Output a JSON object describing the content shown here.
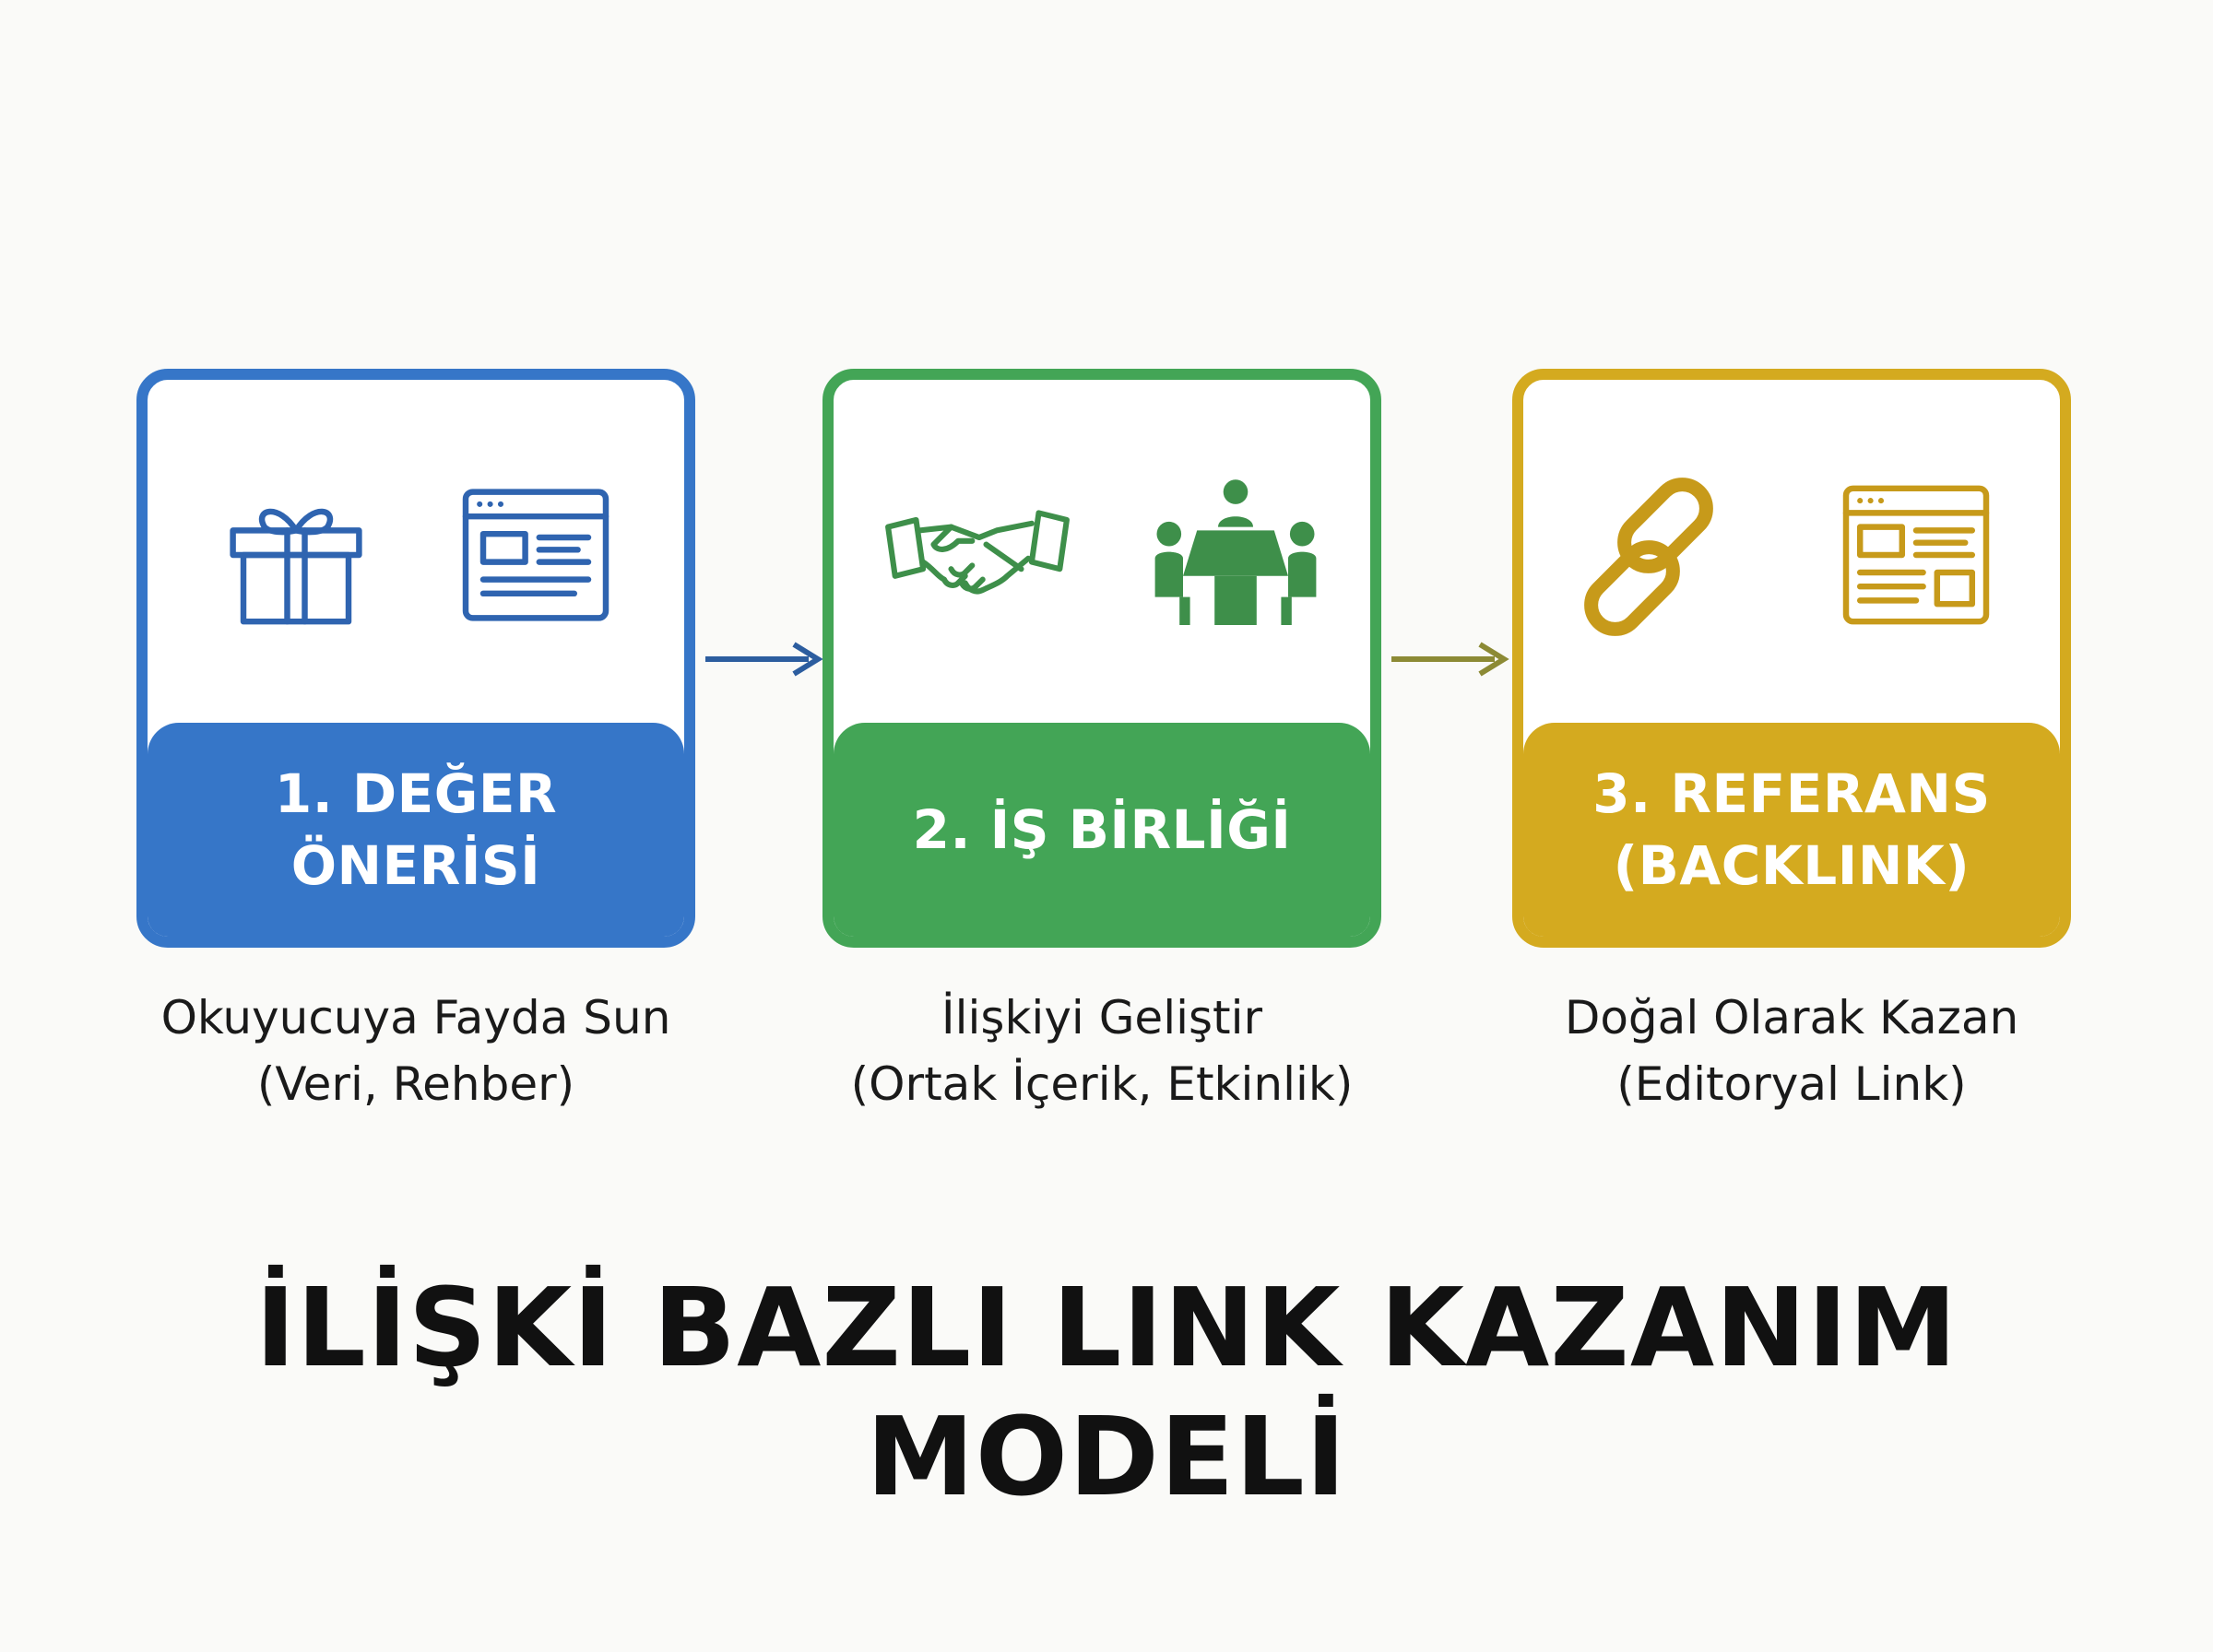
{
  "title": "İLİŞKİ BAZLI LINK KAZANIM MODELİ",
  "steps": [
    {
      "title": "1. DEĞER\nÖNERİSİ",
      "description": "Okuyucuya Fayda Sun\n(Veri, Rehber)",
      "color": "#3676c8",
      "icons": [
        "gift-icon",
        "web-page-icon"
      ]
    },
    {
      "title": "2. İŞ BİRLİĞİ",
      "description": "İlişkiyi Geliştir\n(Ortak İçerik, Etkinlik)",
      "color": "#43a556",
      "icons": [
        "handshake-icon",
        "meeting-table-icon"
      ]
    },
    {
      "title": "3. REFERANS\n(BACKLINK)",
      "description": "Doğal Olarak Kazan\n(Editoryal Link)",
      "color": "#d4aa1f",
      "icons": [
        "chain-link-icon",
        "web-page-icon"
      ]
    }
  ],
  "connectors": [
    {
      "color": "#2c5d9f"
    },
    {
      "color": "#8c8a35"
    }
  ]
}
